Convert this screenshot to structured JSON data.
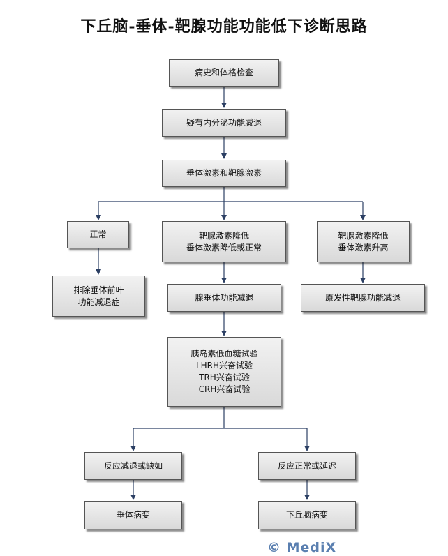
{
  "title": "下丘脑-垂体-靶腺功能功能低下诊断思路",
  "nodes": {
    "history_exam": [
      "病史和体格检查"
    ],
    "suspect": [
      "疑有内分泌功能减退"
    ],
    "hormones": [
      "垂体激素和靶腺激素"
    ],
    "normal": [
      "正常"
    ],
    "target_low_pit_low": [
      "靶腺激素降低",
      "垂体激素降低或正常"
    ],
    "target_low_pit_high": [
      "靶腺激素降低",
      "垂体激素升高"
    ],
    "exclude": [
      "排除垂体前叶",
      "功能减退症"
    ],
    "adenohypophysis": [
      "腺垂体功能减退"
    ],
    "primary": [
      "原发性靶腺功能减退"
    ],
    "tests": [
      "胰岛素低血糖试验",
      "LHRH兴奋试验",
      "TRH兴奋试验",
      "CRH兴奋试验"
    ],
    "response_low": [
      "反应减退或缺如"
    ],
    "response_normal": [
      "反应正常或延迟"
    ],
    "pituitary": [
      "垂体病变"
    ],
    "hypothalamus": [
      "下丘脑病变"
    ]
  },
  "watermark": "© MediX"
}
